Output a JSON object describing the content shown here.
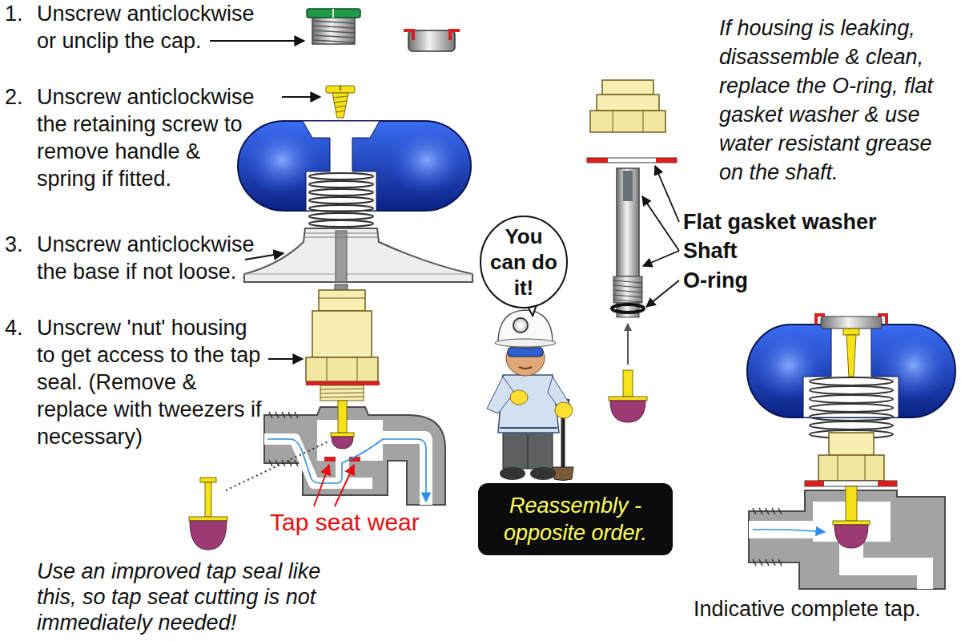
{
  "diagram": {
    "nodes": [
      {
        "text": [
          "You can do it!"
        ]
      },
      {
        "text": [
          "Reassembly - opposite order."
        ]
      }
    ],
    "labels": [
      "1.",
      "Unscrew anticlockwise or unclip the cap.",
      "2.",
      "Unscrew anticlockwise the retaining screw to remove handle & spring if fitted.",
      "3.",
      "Unscrew anticlockwise the base if not loose.",
      "4.",
      "Unscrew 'nut' housing to get access to the tap seal. (Remove & replace with tweezers if necessary)",
      "Use an improved tap seal like this, so tap seat cutting is not immediately needed!",
      "Tap seat wear",
      "If housing is leaking, disassemble & clean, replace the O-ring, flat gasket washer & use water resistant grease on the shaft.",
      "Flat gasket washer",
      "Shaft",
      "O-ring",
      "Indicative complete tap."
    ]
  }
}
